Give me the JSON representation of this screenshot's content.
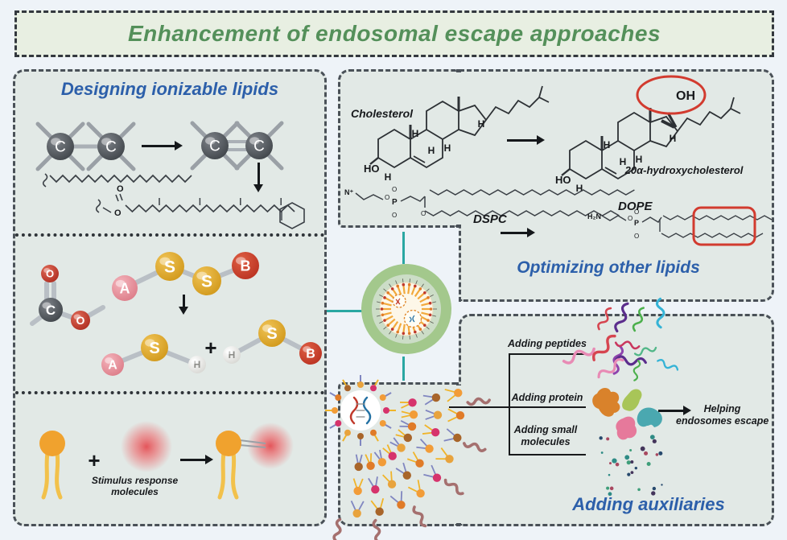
{
  "title": "Enhancement of endosomal escape approaches",
  "atoms": {
    "c": "C",
    "o": "O",
    "a": "A",
    "s": "S",
    "b": "B",
    "h": "H",
    "plus": "+"
  },
  "left_panel": {
    "ionizable_heading": "Designing ionizable lipids",
    "stimulus_caption_1": "Stimulus response",
    "stimulus_caption_2": "molecules"
  },
  "right_top_panel": {
    "heading": "Optimizing other lipids",
    "cholesterol_label": "Cholesterol",
    "hydroxy_label": "20α-hydroxycholesterol",
    "oh": "OH",
    "ho": "HO",
    "dspc": "DSPC",
    "dope": "DOPE",
    "h2n": "H₂N",
    "nplus": "N⁺",
    "p": "P"
  },
  "right_bottom_panel": {
    "heading": "Adding auxiliaries",
    "items": [
      {
        "label": "Adding peptides"
      },
      {
        "label": "Adding protein"
      },
      {
        "label_line1": "Adding small",
        "label_line2": "molecules"
      }
    ],
    "outcome_1": "Helping",
    "outcome_2": "endosomes escape"
  },
  "colors": {
    "page_bg": "#eef3f8",
    "panel_bg": "#e2e9e6",
    "title_bg": "#e8efe2",
    "title_green": "#54905a",
    "heading_blue": "#2c5faa",
    "teal_connector": "#2aa7a2",
    "annotation_red": "#d23b2f",
    "sulfur_yellow": "#e0a92c",
    "oxygen_red": "#c2382a",
    "carbon_gray": "#4a4f54",
    "amine_pink": "#e895a0",
    "hydrogen_white": "#f2f2f0",
    "lipid_head_orange": "#f0a22e",
    "lipid_tail_gold": "#f2c14b",
    "blob_red": "#e4555a",
    "peg_mauve": "#a5706f",
    "lnp_outer_green": "#a3c88c",
    "lnp_mid_green": "#ccddc7",
    "lnp_core_cream": "#fdf7e8",
    "peptide_palette": [
      "#d64550",
      "#5b2d8c",
      "#4cb04c",
      "#35b3d6",
      "#e88bb5",
      "#8e44ad",
      "#c9375e",
      "#52b788"
    ],
    "dot_palette": [
      "#27496d",
      "#2e8b85",
      "#a84860",
      "#3f9e7a",
      "#44355b"
    ],
    "head_palette": [
      "#d6336c",
      "#f29c38",
      "#e07b28",
      "#a8652a",
      "#e8a33d"
    ],
    "tail_palette": [
      "#f0b429",
      "#8086c0"
    ]
  }
}
